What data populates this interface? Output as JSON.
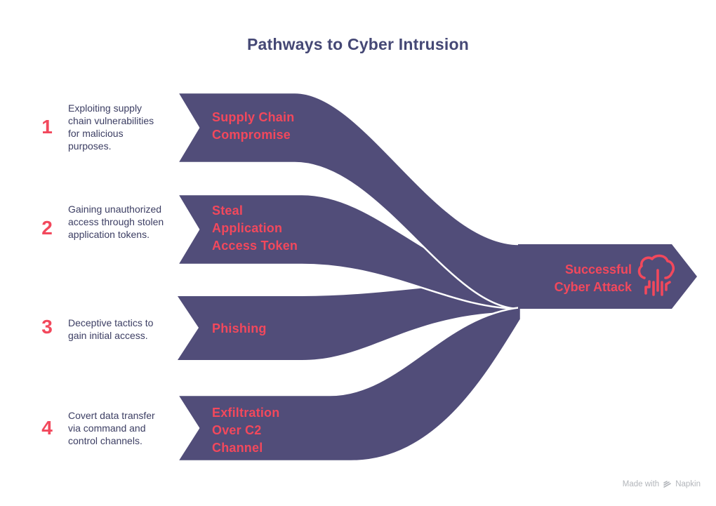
{
  "title": "Pathways to Cyber Intrusion",
  "steps": [
    {
      "number": "1",
      "description": "Exploiting supply chain vulnerabilities for malicious purposes.",
      "label": "Supply Chain\nCompromise"
    },
    {
      "number": "2",
      "description": "Gaining unauthorized access through stolen application tokens.",
      "label": "Steal\nApplication\nAccess Token"
    },
    {
      "number": "3",
      "description": "Deceptive tactics to gain initial access.",
      "label": "Phishing"
    },
    {
      "number": "4",
      "description": "Covert data transfer via command and control channels.",
      "label": "Exfiltration\nOver C2\nChannel"
    }
  ],
  "result": {
    "label": "Successful\nCyber Attack",
    "icon": "cloud-circuit-attack-icon"
  },
  "watermark": {
    "prefix": "Made with",
    "brand": "Napkin"
  },
  "colors": {
    "ribbon": "#514d79",
    "accent": "#f2485c",
    "title_text": "#454875",
    "body_text": "#3c3e63",
    "watermark_text": "#b3b6bb",
    "separator": "#ffffff"
  }
}
